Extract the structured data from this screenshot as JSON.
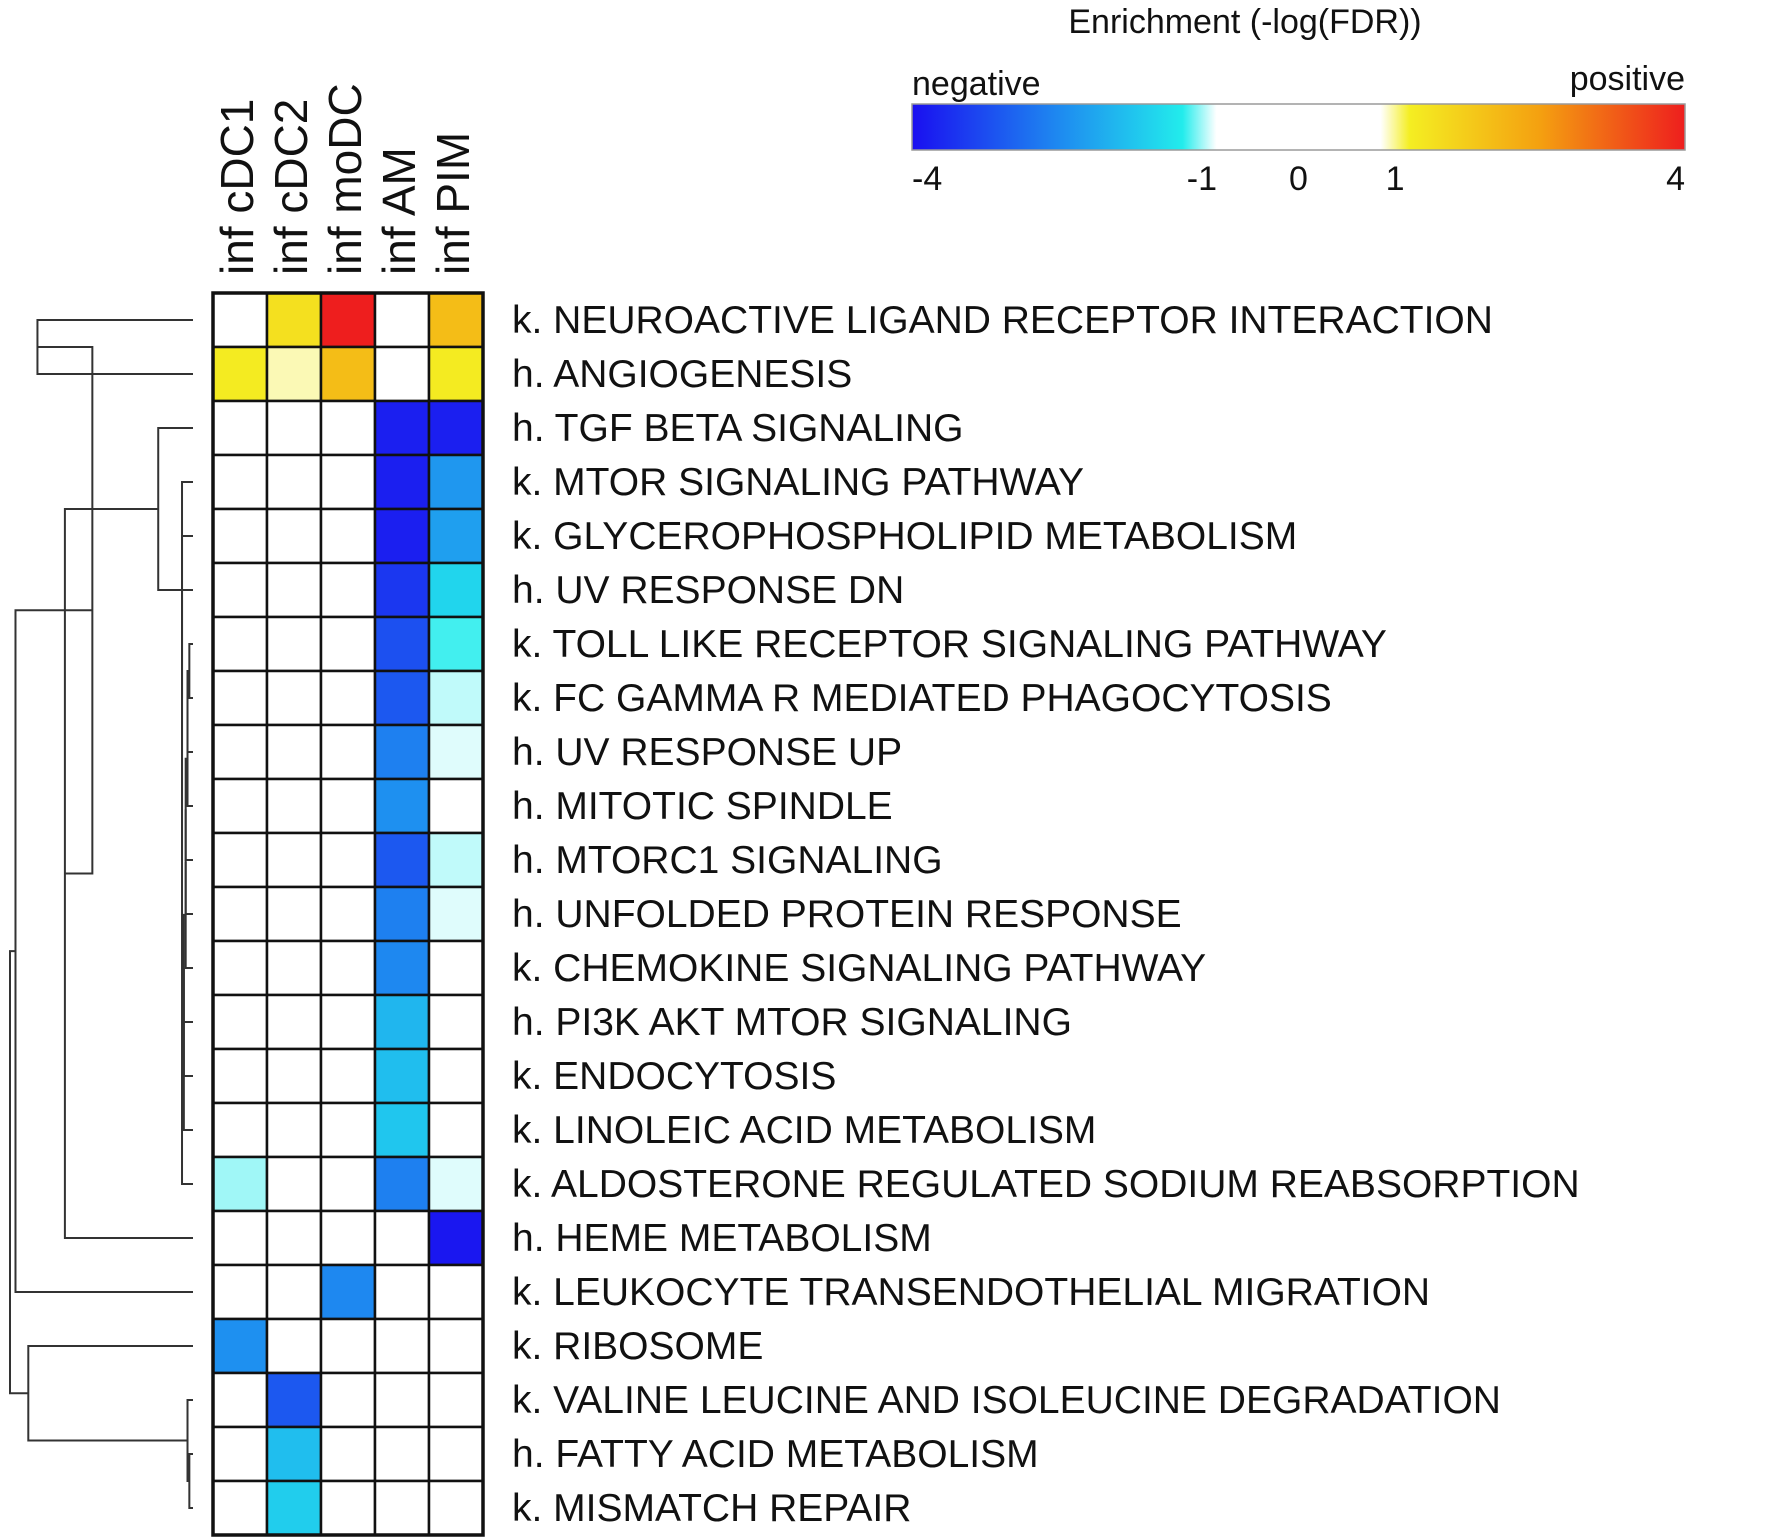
{
  "chart_data": {
    "type": "heatmap",
    "legend": {
      "title": "Enrichment (-log(FDR))",
      "low_label": "negative",
      "high_label": "positive",
      "tick_labels": [
        "-4",
        "-1",
        "0",
        "1",
        "4"
      ],
      "tick_values": [
        -4,
        -1,
        0,
        1,
        4
      ],
      "range": [
        -4,
        4
      ],
      "colors": [
        "#1a0ff0",
        "#1e88f0",
        "#22ecec",
        "#ffffff",
        "#ffffff",
        "#f4ee22",
        "#f4a010",
        "#ee1e1e"
      ],
      "color_stops": [
        -4,
        -2.5,
        -1.2,
        -0.85,
        0.85,
        1.15,
        2.5,
        4
      ],
      "placement": "top-right"
    },
    "columns": [
      "inf cDC1",
      "inf cDC2",
      "inf moDC",
      "inf AM",
      "inf PIM"
    ],
    "rows": [
      "k. NEUROACTIVE LIGAND RECEPTOR INTERACTION",
      "h. ANGIOGENESIS",
      "h. TGF BETA SIGNALING",
      "k. MTOR SIGNALING PATHWAY",
      "k. GLYCEROPHOSPHOLIPID METABOLISM",
      "h. UV RESPONSE DN",
      "k. TOLL LIKE RECEPTOR SIGNALING PATHWAY",
      "k. FC GAMMA R MEDIATED PHAGOCYTOSIS",
      "h. UV RESPONSE UP",
      "h. MITOTIC SPINDLE",
      "h. MTORC1 SIGNALING",
      "h. UNFOLDED PROTEIN RESPONSE",
      "k. CHEMOKINE SIGNALING PATHWAY",
      "h. PI3K AKT MTOR SIGNALING",
      "k. ENDOCYTOSIS",
      "k. LINOLEIC ACID METABOLISM",
      "k. ALDOSTERONE REGULATED SODIUM REABSORPTION",
      "h. HEME METABOLISM",
      "k. LEUKOCYTE TRANSENDOTHELIAL MIGRATION",
      "k. RIBOSOME",
      "k. VALINE LEUCINE AND ISOLEUCINE DEGRADATION",
      "h. FATTY ACID METABOLISM",
      "k. MISMATCH REPAIR"
    ],
    "values": [
      [
        0,
        1.4,
        4,
        0,
        2
      ],
      [
        1.2,
        0.95,
        2,
        0,
        1.2
      ],
      [
        0,
        0,
        0,
        -3.8,
        -3.8
      ],
      [
        0,
        0,
        0,
        -3.8,
        -2.3
      ],
      [
        0,
        0,
        0,
        -3.8,
        -2.2
      ],
      [
        0,
        0,
        0,
        -3.5,
        -1.5
      ],
      [
        0,
        0,
        0,
        -3.2,
        -1.15
      ],
      [
        0,
        0,
        0,
        -3.1,
        -0.95
      ],
      [
        0,
        0,
        0,
        -2.6,
        -0.9
      ],
      [
        0,
        0,
        0,
        -2.4,
        0
      ],
      [
        0,
        0,
        0,
        -3.1,
        -0.95
      ],
      [
        0,
        0,
        0,
        -2.6,
        -0.9
      ],
      [
        0,
        0,
        0,
        -2.5,
        -0.8
      ],
      [
        0,
        0,
        0,
        -1.9,
        0
      ],
      [
        0,
        0,
        0,
        -1.8,
        0
      ],
      [
        0,
        0,
        0,
        -1.7,
        0
      ],
      [
        -1,
        0,
        0,
        -2.6,
        -0.9
      ],
      [
        0,
        0,
        0,
        0,
        -3.9
      ],
      [
        0,
        0,
        -2.5,
        0,
        0
      ],
      [
        -2.4,
        0,
        0,
        0,
        0
      ],
      [
        0,
        -3.1,
        0,
        -0.85,
        0
      ],
      [
        0,
        -1.8,
        0,
        -0.85,
        0
      ],
      [
        0,
        -1.6,
        0,
        -0.85,
        0
      ]
    ],
    "row_dendrogram": {
      "leaves": 23,
      "merges": [
        [
          0,
          1,
          0.85
        ],
        [
          6,
          7,
          0.02
        ],
        [
          24,
          8,
          0.03
        ],
        [
          25,
          9,
          0.03
        ],
        [
          26,
          10,
          0.04
        ],
        [
          27,
          11,
          0.04
        ],
        [
          28,
          12,
          0.04
        ],
        [
          29,
          13,
          0.05
        ],
        [
          30,
          14,
          0.05
        ],
        [
          31,
          15,
          0.05
        ],
        [
          32,
          16,
          0.06
        ],
        [
          5,
          33,
          0.06
        ],
        [
          4,
          34,
          0.06
        ],
        [
          3,
          35,
          0.06
        ],
        [
          2,
          36,
          0.19
        ],
        [
          37,
          17,
          0.7
        ],
        [
          23,
          38,
          0.55
        ],
        [
          39,
          18,
          0.97
        ],
        [
          21,
          22,
          0.02
        ],
        [
          20,
          41,
          0.03
        ],
        [
          19,
          42,
          0.9
        ],
        [
          40,
          43,
          1.0
        ]
      ]
    }
  }
}
